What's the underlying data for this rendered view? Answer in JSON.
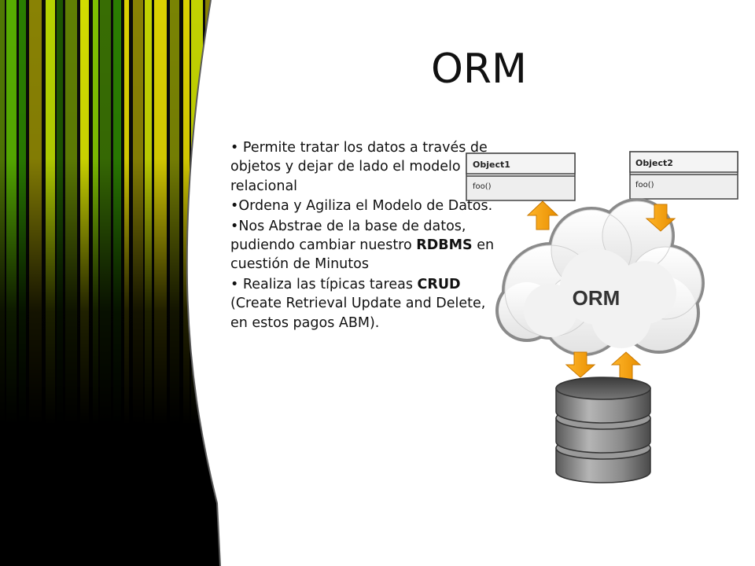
{
  "slide": {
    "title": "ORM",
    "bullets": [
      {
        "segments": [
          {
            "text": "• Permite tratar los datos a través de objetos y dejar de lado el modelo relacional",
            "bold": false
          }
        ]
      },
      {
        "segments": [
          {
            "text": "•Ordena y Agiliza el Modelo de Datos.",
            "bold": false
          }
        ]
      },
      {
        "segments": [
          {
            "text": "•Nos Abstrae de la base de datos, pudiendo cambiar nuestro ",
            "bold": false
          },
          {
            "text": "RDBMS",
            "bold": true
          },
          {
            "text": " en cuestión de Minutos",
            "bold": false
          }
        ]
      },
      {
        "segments": [
          {
            "text": "• Realiza las típicas tareas ",
            "bold": false
          },
          {
            "text": "CRUD",
            "bold": true
          },
          {
            "text": " (Create Retrieval Update and Delete, en estos pagos ABM).",
            "bold": false
          }
        ]
      }
    ]
  },
  "diagram": {
    "object1": {
      "name": "Object1",
      "method": "foo()"
    },
    "object2": {
      "name": "Object2",
      "method": "foo()"
    },
    "cloud_label": "ORM",
    "icons": [
      "arrow-up-icon",
      "arrow-down-icon",
      "cloud-icon",
      "database-icon"
    ]
  },
  "colors": {
    "arrow": "#f5a300",
    "cloud": "#e8e8e8",
    "database": "#8a8a8a",
    "art_green": "#8cd400",
    "art_yellow": "#f2e600"
  }
}
